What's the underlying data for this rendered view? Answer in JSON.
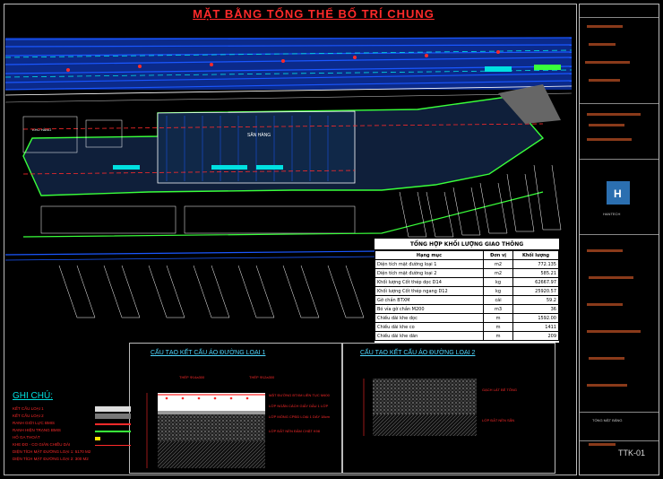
{
  "drawing": {
    "title": "MẶT BẰNG TỔNG THỂ BỐ TRÍ CHUNG",
    "sheet_code": "TTK-01"
  },
  "quantity_table": {
    "title": "TỔNG HỢP KHỐI LƯỢNG GIAO THÔNG",
    "headers": [
      "Hạng mục",
      "Đơn vị",
      "Khối lượng"
    ],
    "rows": [
      [
        "Diện tích mặt đường loại 1",
        "m2",
        "772.135"
      ],
      [
        "Diện tích mặt đường loại 2",
        "m2",
        "585.21"
      ],
      [
        "Khối lượng Cốt thép dọc D14",
        "kg",
        "62667.97"
      ],
      [
        "Khối lượng Cốt thép ngang D12",
        "kg",
        "25920.57"
      ],
      [
        "Gờ chắn BTXM",
        "cái",
        "59.2"
      ],
      [
        "Bó vỉa gờ chắn M200",
        "m3",
        "36"
      ],
      [
        "Chiều dài khe dọc",
        "m",
        "1592.00"
      ],
      [
        "Chiều dài khe co",
        "m",
        "1411"
      ],
      [
        "Chiều dài khe dãn",
        "m",
        "209"
      ]
    ]
  },
  "sections": {
    "type1_title": "CẤU TẠO KẾT CẤU ÁO ĐƯỜNG LOẠI 1",
    "type2_title": "CẤU TẠO KẾT CẤU ÁO ĐƯỜNG LOẠI 2",
    "type1_labels": [
      "MẶT ĐƯỜNG BTXM LIỀN TỤC M400",
      "LỚP NGĂN CÁCH GIẤY DẦU 1 LỚP",
      "LỚP MÓNG CPĐD LOẠI 1 DÀY 18cm",
      "LỚP ĐẤT NỀN ĐẦM CHẶT K98"
    ],
    "type1_top_labels": [
      "THÉP Φ14a300",
      "THÉP Φ12a300"
    ],
    "type2_labels": [
      "GẠCH LÁT BÊ TÔNG",
      "LỚP ĐẤT NỀN SẴN"
    ]
  },
  "legend": {
    "title": "GHI CHÚ:",
    "items": [
      "KẾT CẤU LOẠI 1",
      "KẾT CẤU LOẠI 2",
      "RANH GIỚI LỰC BMIS",
      "RANH HIỆN TRẠNG BMIS",
      "HỐ GA THOÁT",
      "KHE ĐO - CO GIÃN CHIỀU DÀI",
      "DIỆN TÍCH MẶT ĐƯỜNG LOẠI 1: 5170 M2",
      "DIỆN TÍCH MẶT ĐƯỜNG LOẠI 2: 300 M2"
    ]
  },
  "plan_labels": {
    "building": "SÂN HÀNG",
    "warehouse": "KHO HÀNG",
    "logo_text": "HANTECH"
  },
  "title_block": {
    "stamp_text": "TỔNG MẶT BẰNG"
  },
  "colors": {
    "road_line": "#1a57ff",
    "red_line": "#ff2a2a",
    "green_line": "#39ff3a",
    "cyan": "#00e0e0",
    "yellow": "#ffe600",
    "accent": "#ff2a2a"
  }
}
